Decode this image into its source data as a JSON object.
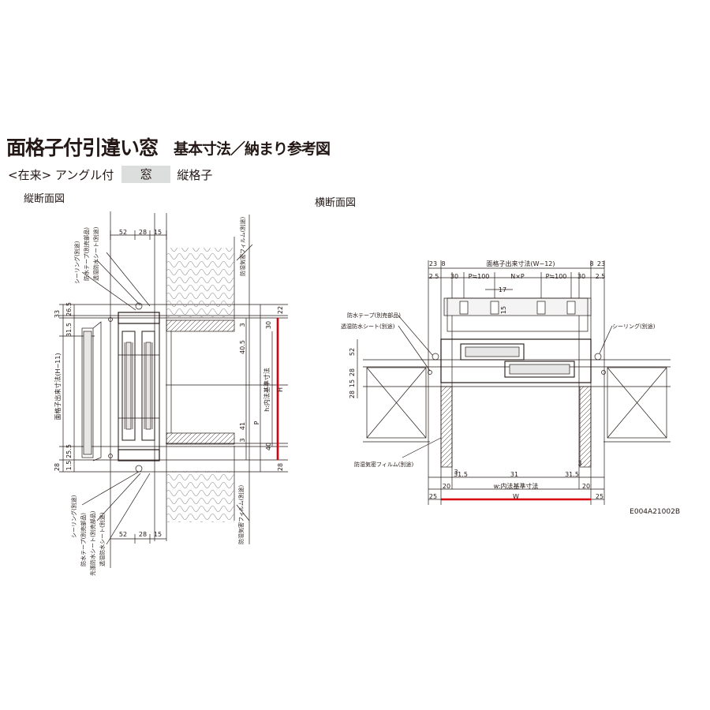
{
  "header": {
    "title": "面格子付引違い窓",
    "subtitle": "基本寸法／納まり参考図",
    "spec_prefix": "<在来> アングル付",
    "spec_badge": "窓",
    "spec_suffix": "縦格子"
  },
  "vertical_section": {
    "label": "縦断面図",
    "top_dims": [
      "52",
      "28",
      "15"
    ],
    "bottom_dims": [
      "52",
      "28",
      "15"
    ],
    "left_dims": [
      "33",
      "26.5",
      "31.5",
      "25.5",
      "1.5",
      "28"
    ],
    "left_overall": "面格子出来寸法(H−11)",
    "right_dims": [
      "22",
      "3",
      "30",
      "40.5",
      "41",
      "3",
      "40",
      "28"
    ],
    "inner_height": "h:内法基準寸法",
    "pitch": "P",
    "height": "H",
    "notes_top": [
      "シーリング(別途)",
      "防水テープ(別売部品)",
      "透湿防水シート(別途)",
      "防湿気密フィルム(別途)"
    ],
    "notes_bottom": [
      "シーリング(別途)",
      "防水テープ(別売部品)",
      "先張防水シート(別売部品)",
      "透湿防水シート(別途)",
      "防湿気密フィルム(別途)"
    ]
  },
  "horizontal_section": {
    "label": "横断面図",
    "top_overall": "面格子出来寸法(W−12)",
    "top_dims_left": [
      "23",
      "8"
    ],
    "top_dims_right": [
      "8",
      "23"
    ],
    "pitch_row": [
      "2.5",
      "30",
      "P≒100",
      "N×P",
      "P≒100",
      "30",
      "2.5"
    ],
    "bar_dims": [
      "17",
      "15"
    ],
    "left_dims": [
      "52",
      "28",
      "15",
      "28"
    ],
    "notes": [
      "防水テープ(別売部品)",
      "透湿防水シート(別途)",
      "シーリング(別途)",
      "防湿気密フィルム(別途)"
    ],
    "bottom_row1": [
      "3",
      "31.5",
      "31",
      "31.5",
      "3"
    ],
    "bottom_row2": [
      "20",
      "w:内法基準寸法",
      "20"
    ],
    "bottom_row3": [
      "25",
      "W",
      "25"
    ]
  },
  "drawing_code": "E004A21002B",
  "colors": {
    "line": "#231815",
    "accent": "#d7000f",
    "badge": "#dcdddd",
    "glass": "#e6e6e6"
  }
}
